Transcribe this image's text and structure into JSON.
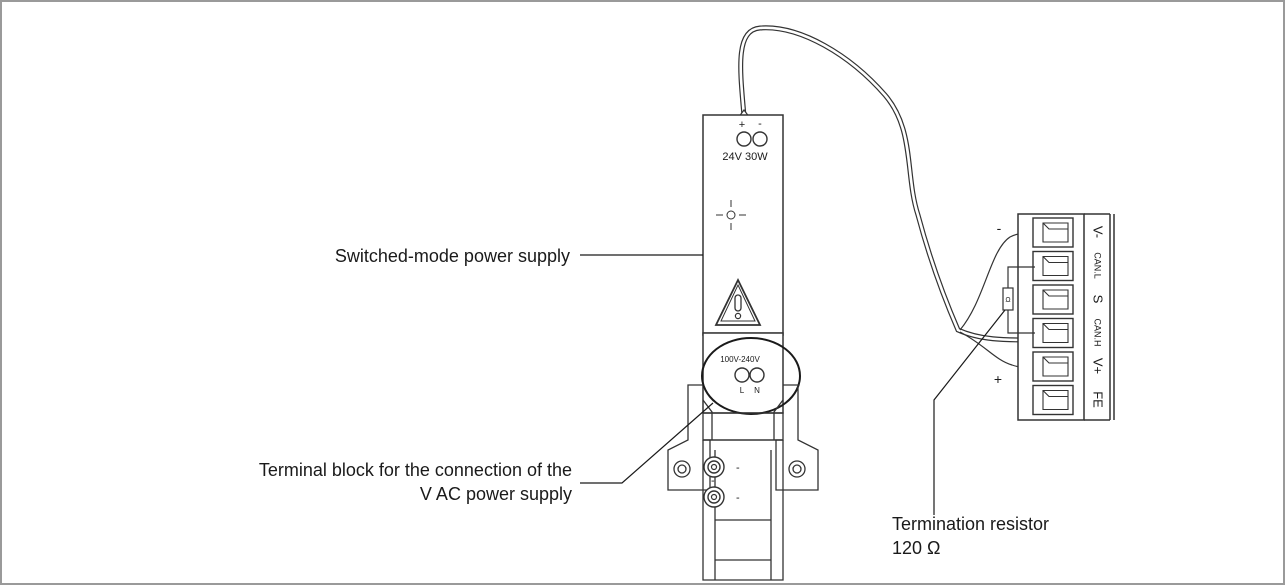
{
  "callouts": {
    "psu": "Switched-mode power supply",
    "terminal_line1": "Terminal block for the connection of the",
    "terminal_line2": "V AC power supply",
    "resistor_line1": "Termination resistor",
    "resistor_line2": "120 Ω"
  },
  "psu_labels": {
    "plus": "+",
    "minus": "-",
    "rating": "24V 30W",
    "ac_range": "100V-240V",
    "phase": "L",
    "neutral": "N"
  },
  "connector": {
    "pins": [
      "V-",
      "CAN.L",
      "S",
      "CAN.H",
      "V+",
      "FE"
    ],
    "minus_mark": "-",
    "plus_mark": "+",
    "resistor_symbol": "Ω"
  },
  "rail_marks": [
    "-",
    "-",
    "-"
  ]
}
